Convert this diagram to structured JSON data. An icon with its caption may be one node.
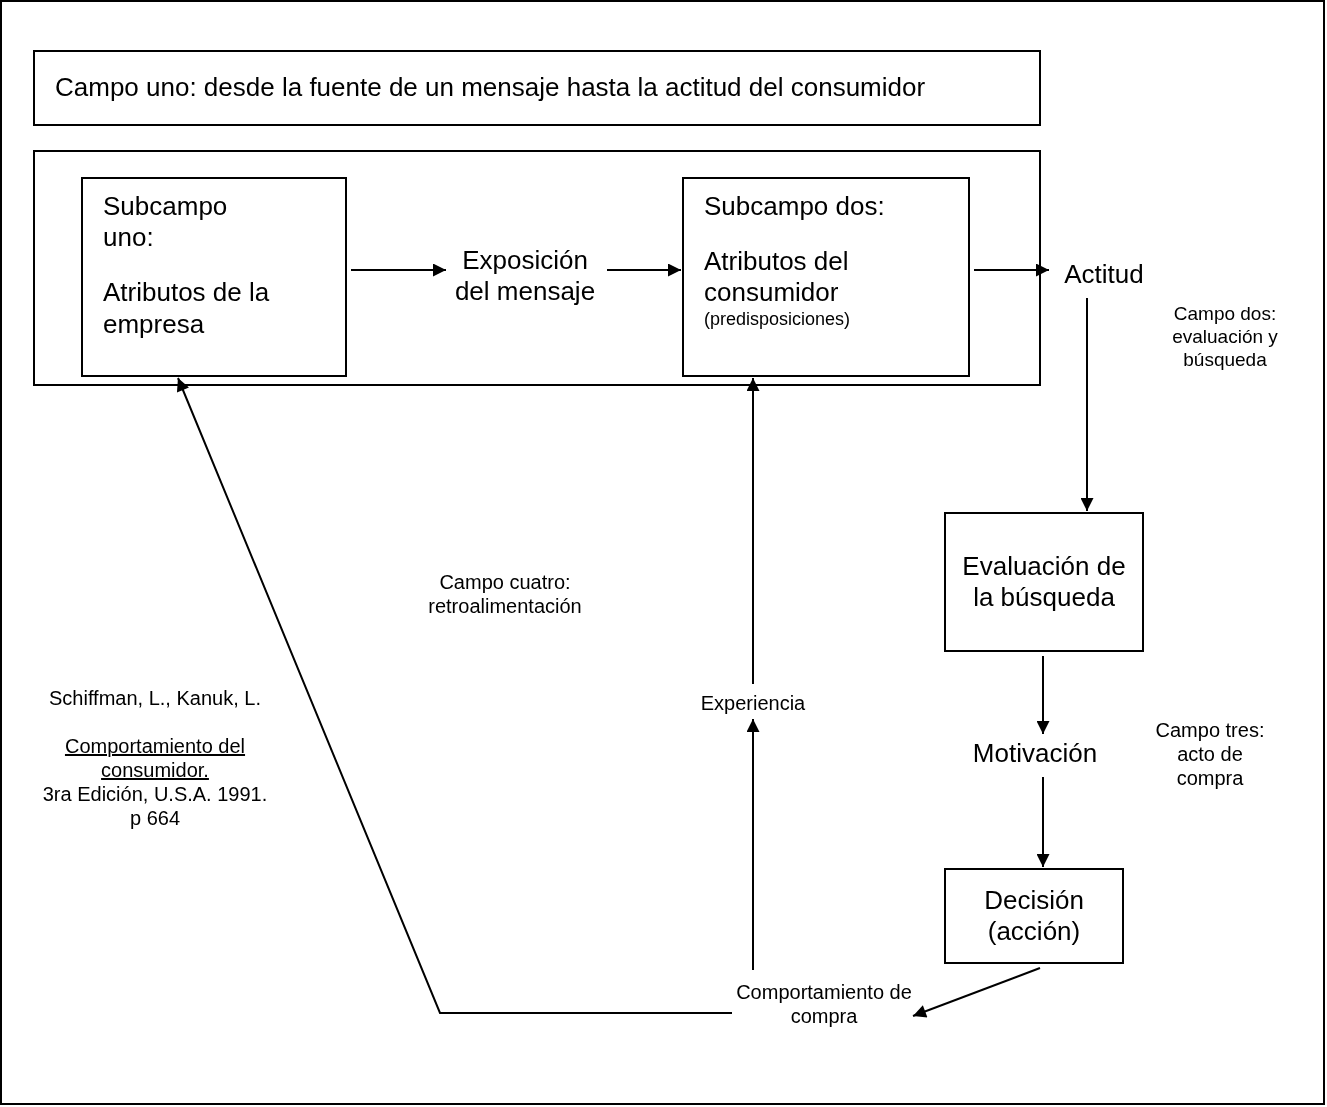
{
  "diagram": {
    "nodes": [
      {
        "text": [
          "Campo uno: desde la fuente de un mensaje hasta la actitud del consumidor"
        ]
      },
      {
        "text": [],
        "shape": "box"
      },
      {
        "text": [
          "Subcampo uno:",
          "Atributos de la empresa"
        ],
        "in": 1
      },
      {
        "text": [
          "Exposición del mensaje"
        ],
        "in": 1
      },
      {
        "text": [
          "Subcampo dos:",
          "Atributos del consumidor",
          "(predisposiciones)"
        ],
        "in": 1
      },
      {
        "text": [
          "Actitud"
        ]
      },
      {
        "text": [
          "Evaluación de la búsqueda"
        ]
      },
      {
        "text": [
          "Motivación"
        ]
      },
      {
        "text": [
          "Decisión (acción)"
        ]
      },
      {
        "text": [
          "Comportamiento de compra"
        ]
      },
      {
        "text": [
          "Experiencia"
        ]
      }
    ],
    "edges": [
      {
        "from": 2,
        "to": 3,
        "arrow": "to"
      },
      {
        "from": 3,
        "to": 4,
        "arrow": "to"
      },
      {
        "from": 4,
        "to": 5,
        "arrow": "to"
      },
      {
        "from": 5,
        "to": 6,
        "arrow": "to"
      },
      {
        "from": 6,
        "to": 7,
        "arrow": "to"
      },
      {
        "from": 7,
        "to": 8,
        "arrow": "to"
      },
      {
        "from": 8,
        "to": 9,
        "arrow": "to"
      },
      {
        "from": 9,
        "to": 10,
        "arrow": "to"
      },
      {
        "from": 10,
        "to": 4,
        "arrow": "to"
      },
      {
        "from": 9,
        "to": 2,
        "arrow": "to"
      }
    ],
    "labels": [
      "Campo dos: evaluación y búsqueda",
      "Campo tres: acto de compra",
      "Campo cuatro: retroalimentación",
      "Schiffman, L., Kanuk, L.",
      "Comportamiento del consumidor.",
      "3ra Edición, U.S.A. 1991. p 664"
    ]
  }
}
